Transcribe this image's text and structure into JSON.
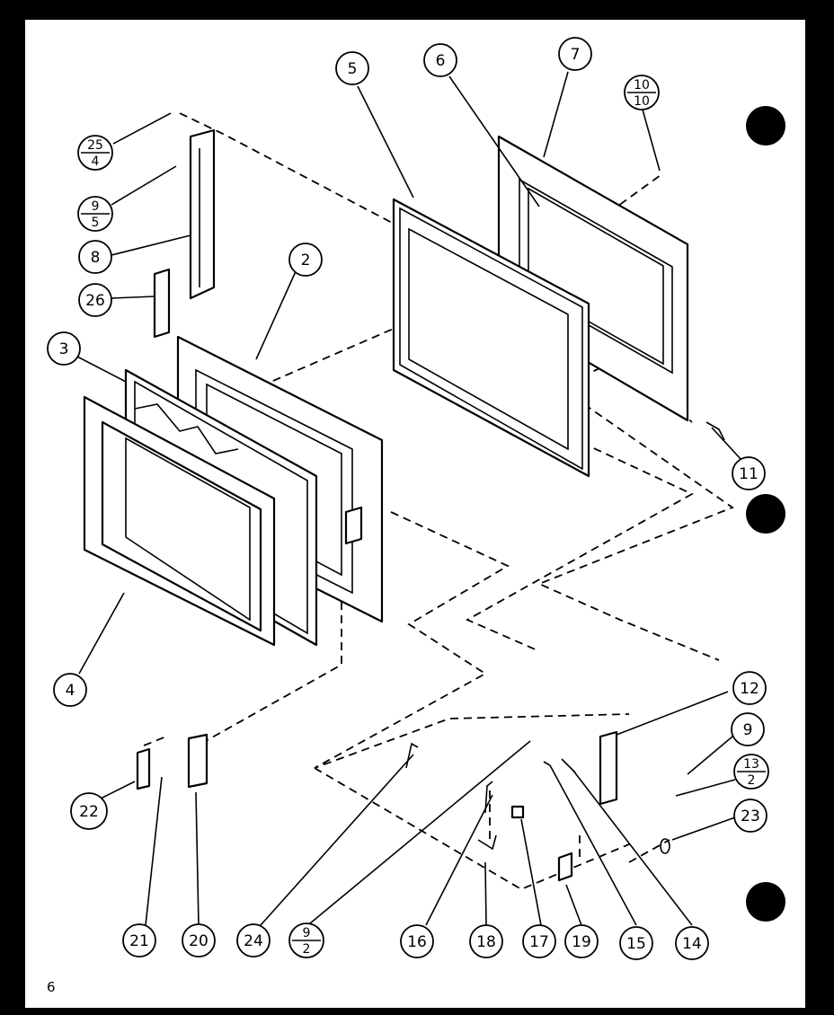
{
  "diagram": {
    "page_number": "6",
    "callouts": [
      {
        "id": "c2",
        "label": "2"
      },
      {
        "id": "c3",
        "label": "3"
      },
      {
        "id": "c4",
        "label": "4"
      },
      {
        "id": "c5",
        "label": "5"
      },
      {
        "id": "c6",
        "label": "6"
      },
      {
        "id": "c7",
        "label": "7"
      },
      {
        "id": "c8",
        "label": "8"
      },
      {
        "id": "c9",
        "label": "9"
      },
      {
        "id": "c11",
        "label": "11"
      },
      {
        "id": "c12",
        "label": "12"
      },
      {
        "id": "c14",
        "label": "14"
      },
      {
        "id": "c15",
        "label": "15"
      },
      {
        "id": "c16",
        "label": "16"
      },
      {
        "id": "c17",
        "label": "17"
      },
      {
        "id": "c18",
        "label": "18"
      },
      {
        "id": "c19",
        "label": "19"
      },
      {
        "id": "c20",
        "label": "20"
      },
      {
        "id": "c21",
        "label": "21"
      },
      {
        "id": "c22",
        "label": "22"
      },
      {
        "id": "c23",
        "label": "23"
      },
      {
        "id": "c24",
        "label": "24"
      },
      {
        "id": "c26",
        "label": "26"
      }
    ],
    "fraction_callouts": [
      {
        "id": "f25_4",
        "top": "25",
        "bottom": "4"
      },
      {
        "id": "f9_5",
        "top": "9",
        "bottom": "5"
      },
      {
        "id": "f10_10",
        "top": "10",
        "bottom": "10"
      },
      {
        "id": "f13_2",
        "top": "13",
        "bottom": "2"
      },
      {
        "id": "f9_2",
        "top": "9",
        "bottom": "2"
      }
    ]
  }
}
